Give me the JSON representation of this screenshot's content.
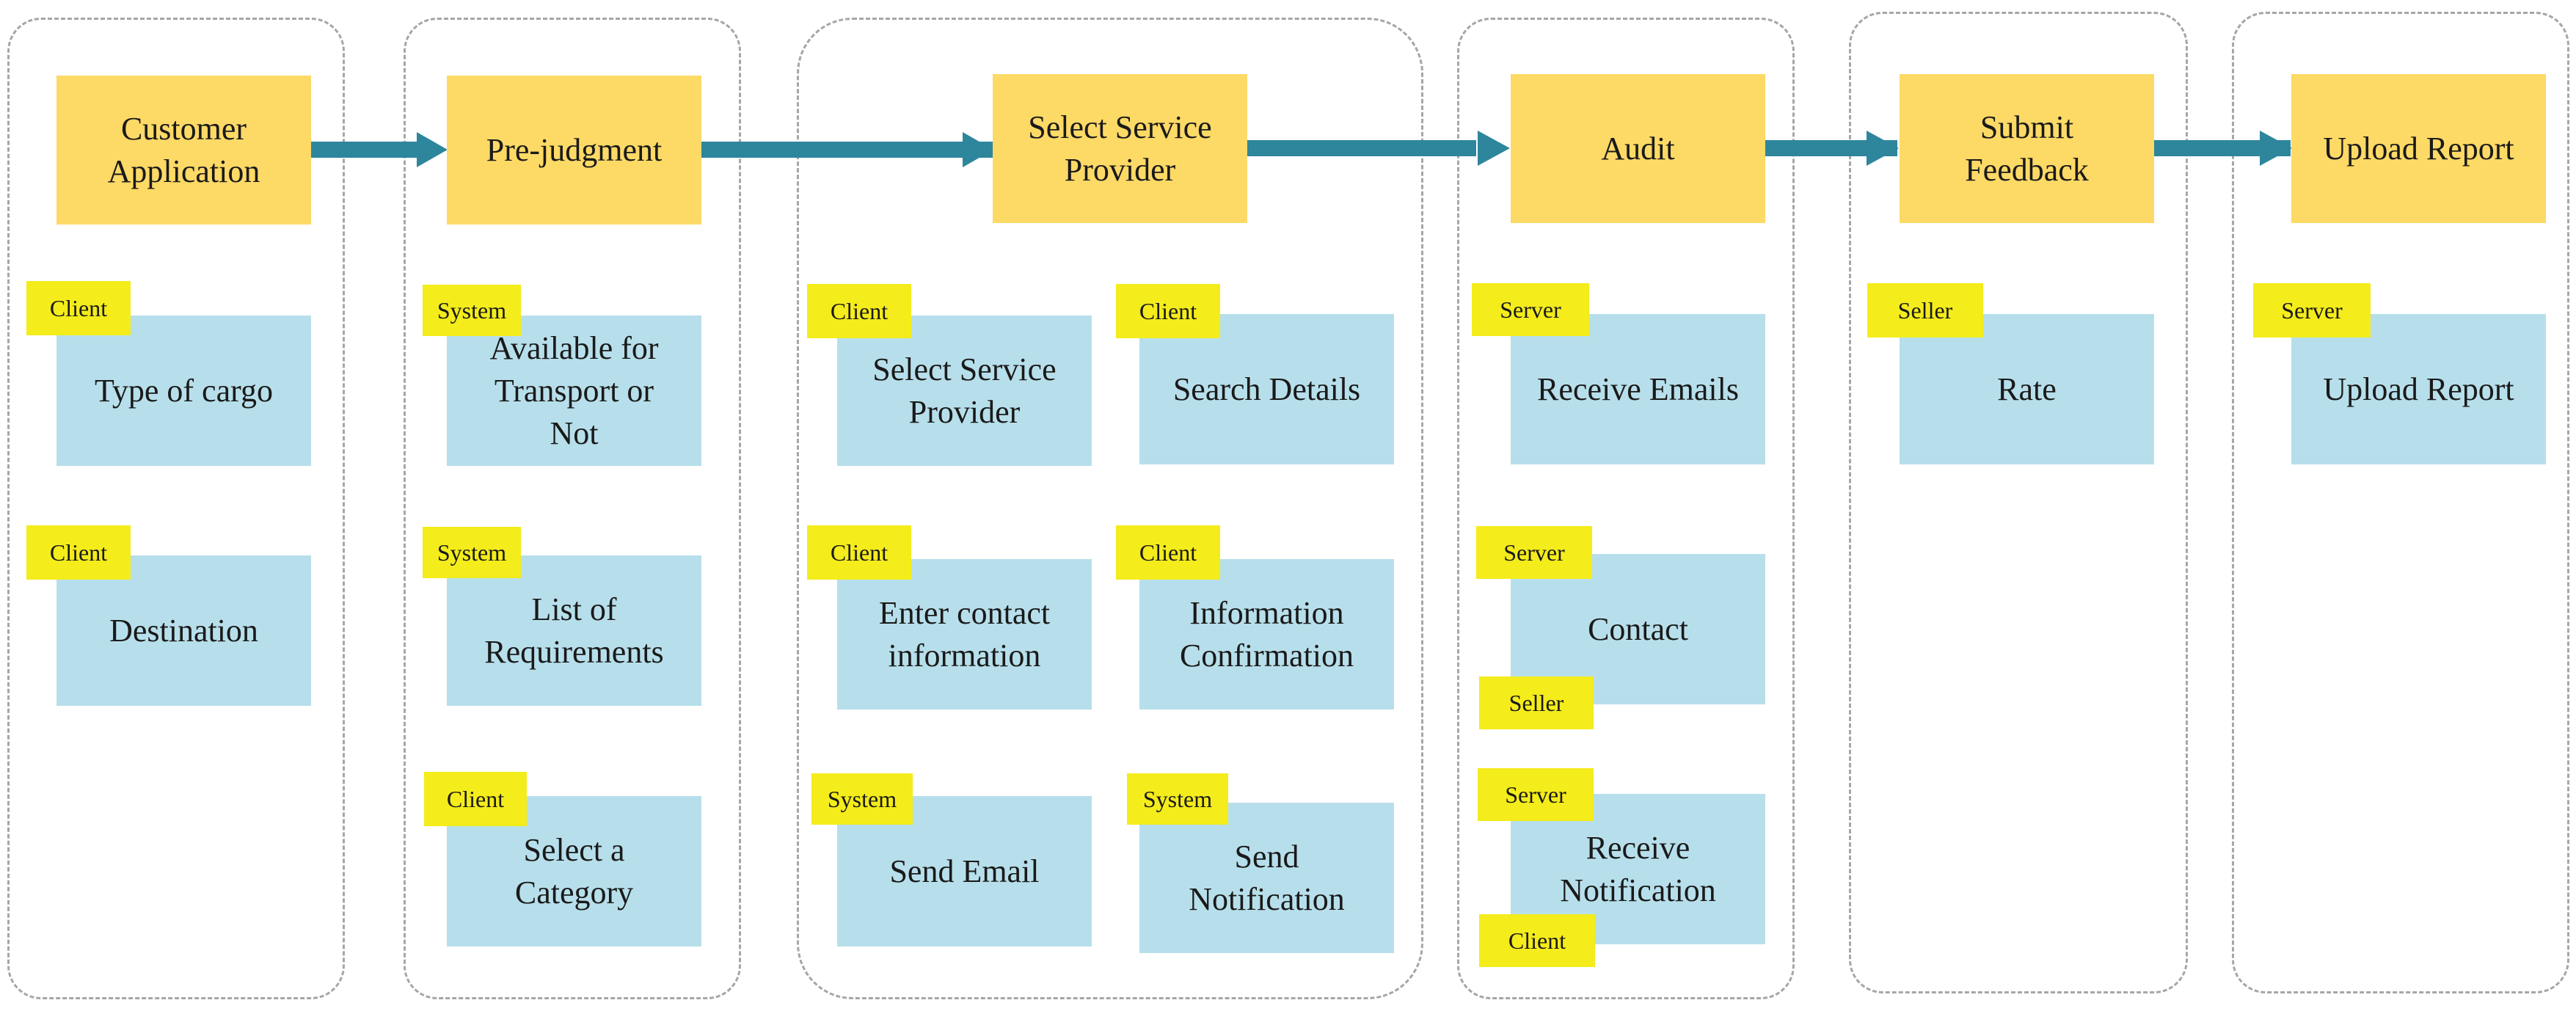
{
  "colors": {
    "header_fill": "#fdd966",
    "task_fill": "#b7dfeb",
    "role_tag_fill": "#f4ec1b",
    "arrow": "#2e869c",
    "lane_border": "#a6a6a6"
  },
  "steps": [
    {
      "title": "Customer\nApplication",
      "tasks": [
        {
          "label": "Type of cargo",
          "roles": [
            "Client"
          ]
        },
        {
          "label": "Destination",
          "roles": [
            "Client"
          ]
        }
      ]
    },
    {
      "title": "Pre-judgment",
      "tasks": [
        {
          "label": "Available for\nTransport or\nNot",
          "roles": [
            "System"
          ]
        },
        {
          "label": "List of\nRequirements",
          "roles": [
            "System"
          ]
        },
        {
          "label": "Select a\nCategory",
          "roles": [
            "Client"
          ]
        }
      ]
    },
    {
      "title": "Select Service\nProvider",
      "tasks": [
        {
          "label": "Select Service\nProvider",
          "roles": [
            "Client"
          ]
        },
        {
          "label": "Search Details",
          "roles": [
            "Client"
          ]
        },
        {
          "label": "Enter contact\ninformation",
          "roles": [
            "Client"
          ]
        },
        {
          "label": "Information\nConfirmation",
          "roles": [
            "Client"
          ]
        },
        {
          "label": "Send Email",
          "roles": [
            "System"
          ]
        },
        {
          "label": "Send\nNotification",
          "roles": [
            "System"
          ]
        }
      ]
    },
    {
      "title": "Audit",
      "tasks": [
        {
          "label": "Receive Emails",
          "roles": [
            "Server"
          ]
        },
        {
          "label": "Contact",
          "roles": [
            "Server",
            "Seller"
          ]
        },
        {
          "label": "Receive\nNotification",
          "roles": [
            "Server",
            "Client"
          ]
        }
      ]
    },
    {
      "title": "Submit\nFeedback",
      "tasks": [
        {
          "label": "Rate",
          "roles": [
            "Seller"
          ]
        }
      ]
    },
    {
      "title": "Upload Report",
      "tasks": [
        {
          "label": "Upload Report",
          "roles": [
            "Server"
          ]
        }
      ]
    }
  ]
}
